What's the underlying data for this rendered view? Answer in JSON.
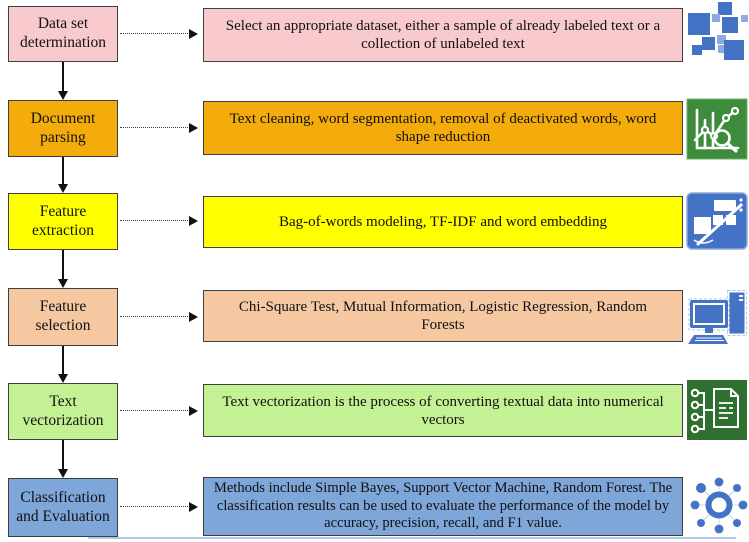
{
  "rows": [
    {
      "step": "Data set determination",
      "description": "Select an appropriate dataset, either a sample of already labeled text or a collection of unlabeled text",
      "icon": "data-squares-icon",
      "color": "#F8CACD"
    },
    {
      "step": "Document parsing",
      "description": "Text cleaning, word segmentation, removal of deactivated words, word shape reduction",
      "icon": "chart-search-icon",
      "color": "#F4AB0C"
    },
    {
      "step": "Feature extraction",
      "description": "Bag-of-words modeling, TF-IDF and word embedding",
      "icon": "blocks-pen-icon",
      "color": "#FFFF00"
    },
    {
      "step": "Feature selection",
      "description": "Chi-Square Test, Mutual Information, Logistic Regression, Random Forests",
      "icon": "desktop-computer-icon",
      "color": "#F6C8A2"
    },
    {
      "step": "Text vectorization",
      "description": "Text vectorization is the process of converting textual data into numerical vectors",
      "icon": "list-document-icon",
      "color": "#C3F194"
    },
    {
      "step": "Classification and Evaluation",
      "description": "Methods include Simple Bayes, Support Vector Machine, Random Forest. The classification results can be used to evaluate the performance of the model by accuracy, precision, recall, and F1 value.",
      "icon": "hub-network-icon",
      "color": "#7EA6D8"
    }
  ],
  "style": {
    "border_color": "#3F3F3F",
    "arrow_color": "#111111",
    "icon_blue": "#4472C4",
    "icon_light_blue": "#8FAADC",
    "icon_green": "#3C8C3C",
    "icon_dark_green": "#2F6F2F"
  }
}
